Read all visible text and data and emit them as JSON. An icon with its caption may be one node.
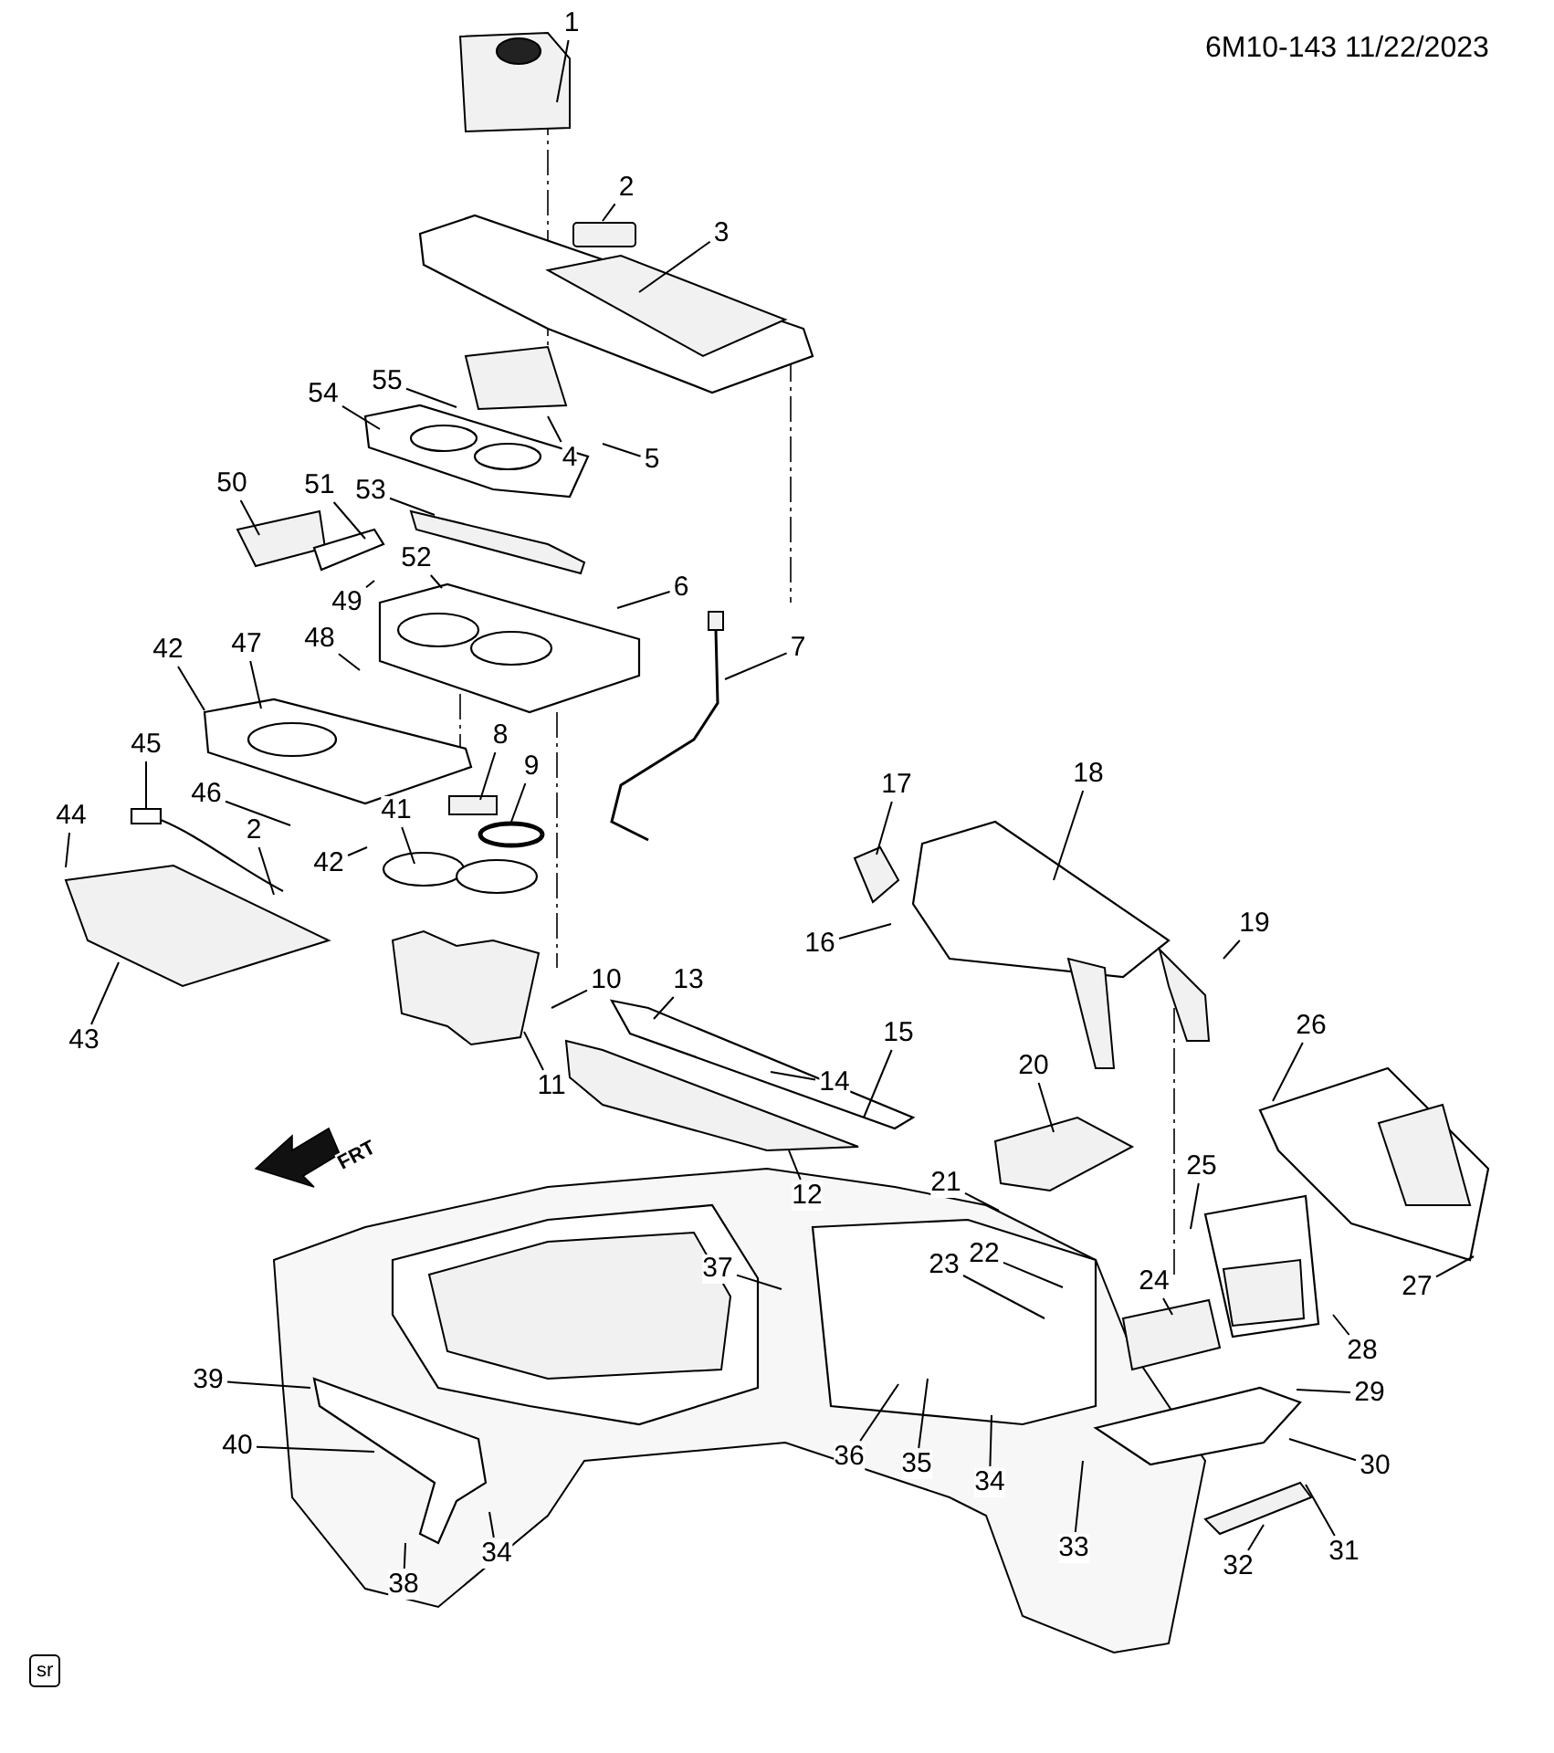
{
  "diagram": {
    "nodes": [
      {
        "text": [
          "1"
        ]
      },
      {
        "text": [
          "2"
        ]
      },
      {
        "text": [
          "3"
        ]
      },
      {
        "text": [
          "55"
        ]
      },
      {
        "text": [
          "54"
        ]
      },
      {
        "text": [
          "4"
        ]
      },
      {
        "text": [
          "5"
        ]
      },
      {
        "text": [
          "50"
        ]
      },
      {
        "text": [
          "51"
        ]
      },
      {
        "text": [
          "53"
        ]
      },
      {
        "text": [
          "52"
        ]
      },
      {
        "text": [
          "6"
        ]
      },
      {
        "text": [
          "49"
        ]
      },
      {
        "text": [
          "48"
        ]
      },
      {
        "text": [
          "42"
        ]
      },
      {
        "text": [
          "47"
        ]
      },
      {
        "text": [
          "7"
        ]
      },
      {
        "text": [
          "8"
        ]
      },
      {
        "text": [
          "9"
        ]
      },
      {
        "text": [
          "45"
        ]
      },
      {
        "text": [
          "46"
        ]
      },
      {
        "text": [
          "17"
        ]
      },
      {
        "text": [
          "18"
        ]
      },
      {
        "text": [
          "41"
        ]
      },
      {
        "text": [
          "2"
        ]
      },
      {
        "text": [
          "42"
        ]
      },
      {
        "text": [
          "44"
        ]
      },
      {
        "text": [
          "16"
        ]
      },
      {
        "text": [
          "19"
        ]
      },
      {
        "text": [
          "43"
        ]
      },
      {
        "text": [
          "10"
        ]
      },
      {
        "text": [
          "13"
        ]
      },
      {
        "text": [
          "26"
        ]
      },
      {
        "text": [
          "11"
        ]
      },
      {
        "text": [
          "15"
        ]
      },
      {
        "text": [
          "14"
        ]
      },
      {
        "text": [
          "20"
        ]
      },
      {
        "text": [
          "12"
        ]
      },
      {
        "text": [
          "21"
        ]
      },
      {
        "text": [
          "25"
        ]
      },
      {
        "text": [
          "37"
        ]
      },
      {
        "text": [
          "23"
        ]
      },
      {
        "text": [
          "22"
        ]
      },
      {
        "text": [
          "24"
        ]
      },
      {
        "text": [
          "27"
        ]
      },
      {
        "text": [
          "39"
        ]
      },
      {
        "text": [
          "28"
        ]
      },
      {
        "text": [
          "34"
        ]
      },
      {
        "text": [
          "29"
        ]
      },
      {
        "text": [
          "36"
        ]
      },
      {
        "text": [
          "40"
        ]
      },
      {
        "text": [
          "30"
        ]
      },
      {
        "text": [
          "35"
        ]
      },
      {
        "text": [
          "32"
        ]
      },
      {
        "text": [
          "33"
        ]
      },
      {
        "text": [
          "34"
        ]
      },
      {
        "text": [
          "31"
        ]
      },
      {
        "text": [
          "38"
        ]
      }
    ],
    "edges": [
      {
        "from": 0,
        "to": null,
        "arrow": "none"
      },
      {
        "from": 1,
        "to": null,
        "arrow": "none"
      },
      {
        "from": 2,
        "to": null,
        "arrow": "none"
      },
      {
        "from": 3,
        "to": null,
        "arrow": "none"
      },
      {
        "from": 4,
        "to": null,
        "arrow": "none"
      },
      {
        "from": 5,
        "to": null,
        "arrow": "none"
      },
      {
        "from": 6,
        "to": null,
        "arrow": "none"
      },
      {
        "from": 7,
        "to": null,
        "arrow": "none"
      },
      {
        "from": 8,
        "to": null,
        "arrow": "none"
      },
      {
        "from": 9,
        "to": null,
        "arrow": "none"
      },
      {
        "from": 10,
        "to": null,
        "arrow": "none"
      },
      {
        "from": 11,
        "to": null,
        "arrow": "none"
      },
      {
        "from": 12,
        "to": null,
        "arrow": "none"
      },
      {
        "from": 13,
        "to": null,
        "arrow": "none"
      },
      {
        "from": 14,
        "to": null,
        "arrow": "none"
      },
      {
        "from": 15,
        "to": null,
        "arrow": "none"
      },
      {
        "from": 16,
        "to": null,
        "arrow": "none"
      },
      {
        "from": 17,
        "to": null,
        "arrow": "none"
      },
      {
        "from": 18,
        "to": null,
        "arrow": "none"
      },
      {
        "from": 19,
        "to": null,
        "arrow": "none"
      },
      {
        "from": 20,
        "to": null,
        "arrow": "none"
      },
      {
        "from": 21,
        "to": null,
        "arrow": "none"
      },
      {
        "from": 22,
        "to": null,
        "arrow": "none"
      },
      {
        "from": 23,
        "to": null,
        "arrow": "none"
      },
      {
        "from": 24,
        "to": null,
        "arrow": "none"
      },
      {
        "from": 25,
        "to": null,
        "arrow": "none"
      },
      {
        "from": 26,
        "to": null,
        "arrow": "none"
      },
      {
        "from": 27,
        "to": null,
        "arrow": "none"
      },
      {
        "from": 28,
        "to": null,
        "arrow": "none"
      },
      {
        "from": 29,
        "to": null,
        "arrow": "none"
      },
      {
        "from": 30,
        "to": null,
        "arrow": "none"
      },
      {
        "from": 31,
        "to": null,
        "arrow": "none"
      },
      {
        "from": 32,
        "to": null,
        "arrow": "none"
      },
      {
        "from": 33,
        "to": null,
        "arrow": "none"
      },
      {
        "from": 34,
        "to": null,
        "arrow": "none"
      },
      {
        "from": 35,
        "to": null,
        "arrow": "none"
      },
      {
        "from": 36,
        "to": null,
        "arrow": "none"
      },
      {
        "from": 37,
        "to": null,
        "arrow": "none"
      },
      {
        "from": 38,
        "to": null,
        "arrow": "none"
      },
      {
        "from": 39,
        "to": null,
        "arrow": "none"
      },
      {
        "from": 40,
        "to": null,
        "arrow": "none"
      },
      {
        "from": 41,
        "to": null,
        "arrow": "none"
      },
      {
        "from": 42,
        "to": null,
        "arrow": "none"
      },
      {
        "from": 43,
        "to": null,
        "arrow": "none"
      },
      {
        "from": 44,
        "to": null,
        "arrow": "none"
      },
      {
        "from": 45,
        "to": null,
        "arrow": "none"
      },
      {
        "from": 46,
        "to": null,
        "arrow": "none"
      },
      {
        "from": 47,
        "to": null,
        "arrow": "none"
      },
      {
        "from": 48,
        "to": null,
        "arrow": "none"
      },
      {
        "from": 49,
        "to": null,
        "arrow": "none"
      },
      {
        "from": 50,
        "to": null,
        "arrow": "none"
      },
      {
        "from": 51,
        "to": null,
        "arrow": "none"
      },
      {
        "from": 52,
        "to": null,
        "arrow": "none"
      },
      {
        "from": 53,
        "to": null,
        "arrow": "none"
      },
      {
        "from": 54,
        "to": null,
        "arrow": "none"
      },
      {
        "from": 55,
        "to": null,
        "arrow": "none"
      },
      {
        "from": 56,
        "to": null,
        "arrow": "none"
      },
      {
        "from": 57,
        "to": null,
        "arrow": "none"
      }
    ],
    "labels": [
      "6M10-143 11/22/2023",
      "FRT",
      "sr"
    ]
  }
}
